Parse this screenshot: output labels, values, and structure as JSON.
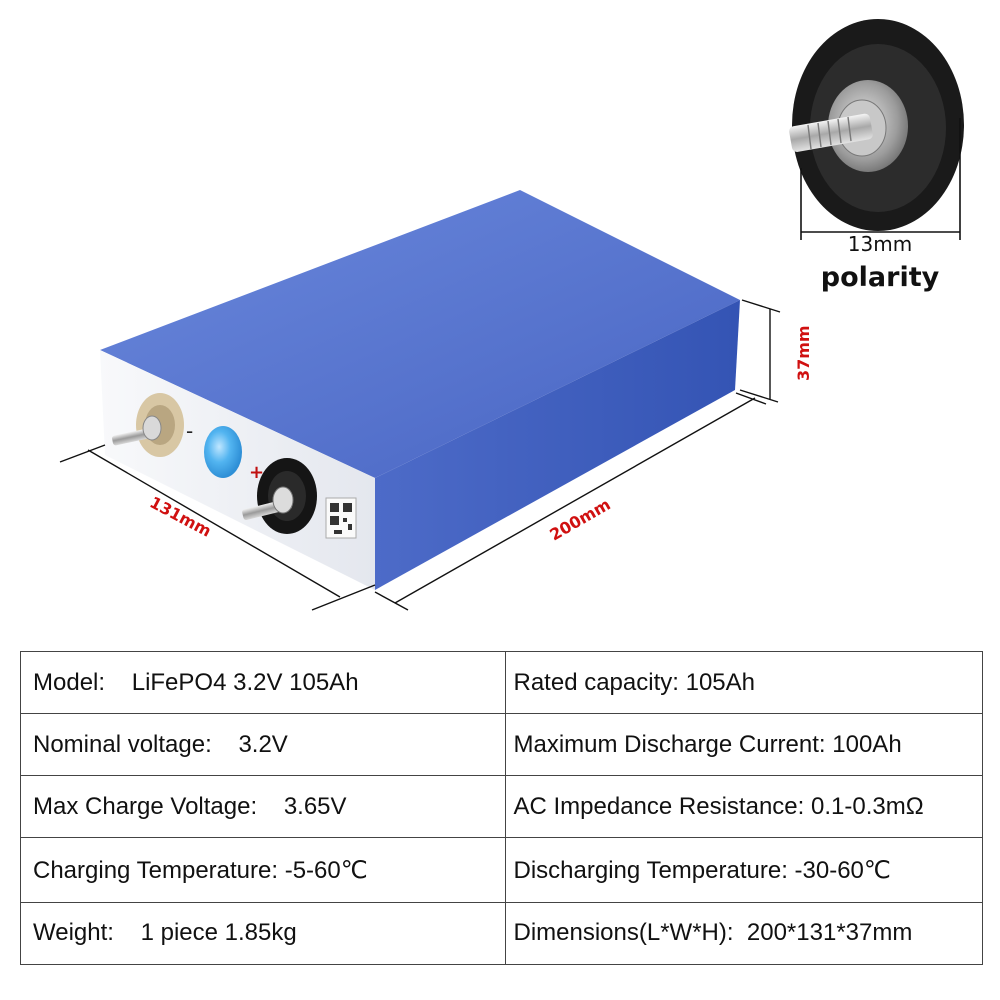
{
  "battery": {
    "dimensions": {
      "length": "200mm",
      "width": "131mm",
      "height": "37mm"
    },
    "terminal_signs": {
      "negative": "-",
      "positive": "+"
    }
  },
  "polarity_inset": {
    "dimension": "13mm",
    "title": "polarity"
  },
  "specs": {
    "rows": [
      {
        "left": {
          "label": "Model:",
          "value": "LiFePO4 3.2V 105Ah"
        },
        "right": {
          "label": "Rated capacity:",
          "value": "105Ah"
        }
      },
      {
        "left": {
          "label": "Nominal voltage:",
          "value": "3.2V"
        },
        "right": {
          "label": "Maximum Discharge Current:",
          "value": "100Ah"
        }
      },
      {
        "left": {
          "label": "Max Charge Voltage:",
          "value": "3.65V"
        },
        "right": {
          "label": "AC Impedance Resistance:",
          "value": "0.1-0.3mΩ"
        }
      },
      {
        "left": {
          "label": "Charging Temperature:",
          "value": "-5-60℃"
        },
        "right": {
          "label": "Discharging Temperature:",
          "value": "-30-60℃"
        }
      },
      {
        "left": {
          "label": "Weight:",
          "value": "1 piece 1.85kg"
        },
        "right": {
          "label": "Dimensions(L*W*H):",
          "value": "200*131*37mm"
        }
      }
    ]
  },
  "colors": {
    "cell_blue_top": "#5877cf",
    "cell_blue_side": "#3d5fc0",
    "terminal_face": "#eef0f4",
    "dimension_text": "#d01010"
  }
}
